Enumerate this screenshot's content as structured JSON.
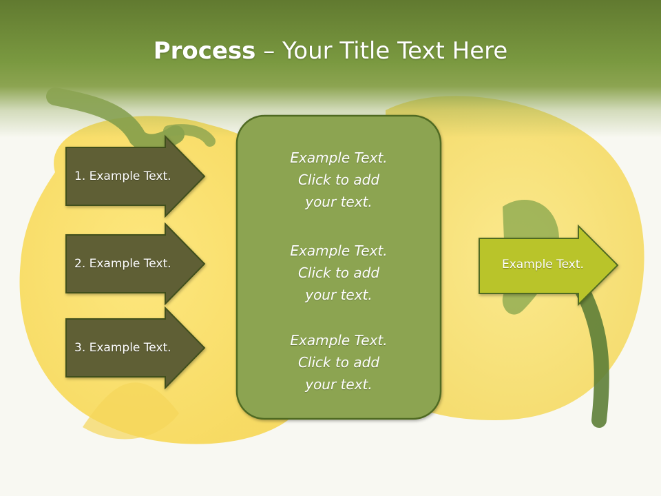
{
  "slide": {
    "title_bold": "Process",
    "title_rest": " – Your Title Text Here"
  },
  "arrows_left": [
    {
      "label": "1. Example Text."
    },
    {
      "label": "2. Example Text."
    },
    {
      "label": "3. Example Text."
    }
  ],
  "center_box": {
    "items": [
      {
        "lines": [
          "Example Text.",
          "Click  to add",
          "your text."
        ]
      },
      {
        "lines": [
          "Example Text.",
          "Click  to add",
          "your text."
        ]
      },
      {
        "lines": [
          "Example Text.",
          "Click  to add",
          "your text."
        ]
      }
    ]
  },
  "arrow_right": {
    "label": "Example Text."
  },
  "colors": {
    "title_band": "#7a9940",
    "left_arrow_fill": "#5e5e36",
    "center_box_fill": "#8ca451",
    "right_arrow_fill": "#b9c42b",
    "outline": "#4f6b23"
  }
}
